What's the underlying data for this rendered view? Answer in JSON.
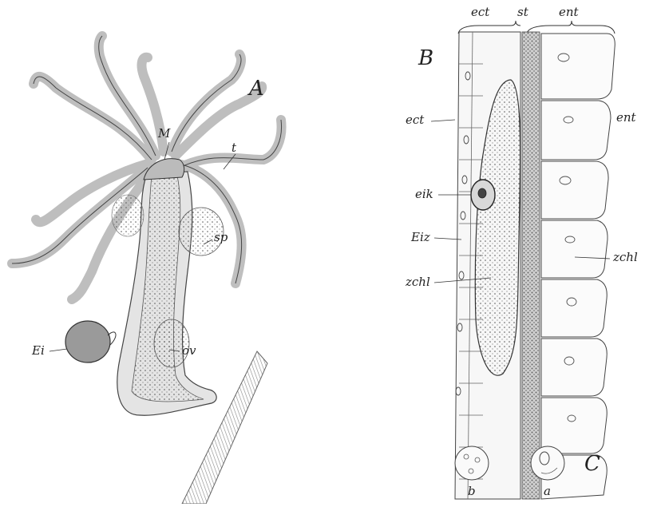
{
  "figure": {
    "panel_a": {
      "title": "A",
      "labels": {
        "mouth": "M",
        "tentacle": "t",
        "spermary": "sp",
        "ovary": "ov",
        "egg": "Ei"
      }
    },
    "panel_b": {
      "title": "B",
      "labels": {
        "ectoderm_top": "ect",
        "support_lamella_top": "st",
        "endoderm_top": "ent",
        "ectoderm_side": "ect",
        "endoderm_side": "ent",
        "egg_nucleus": "eik",
        "egg_cell": "Eiz",
        "yolk_left": "zchl",
        "yolk_right": "zchl"
      }
    },
    "panel_c": {
      "title": "C",
      "labels": {
        "cell_b": "b",
        "cell_a": "a"
      }
    }
  }
}
